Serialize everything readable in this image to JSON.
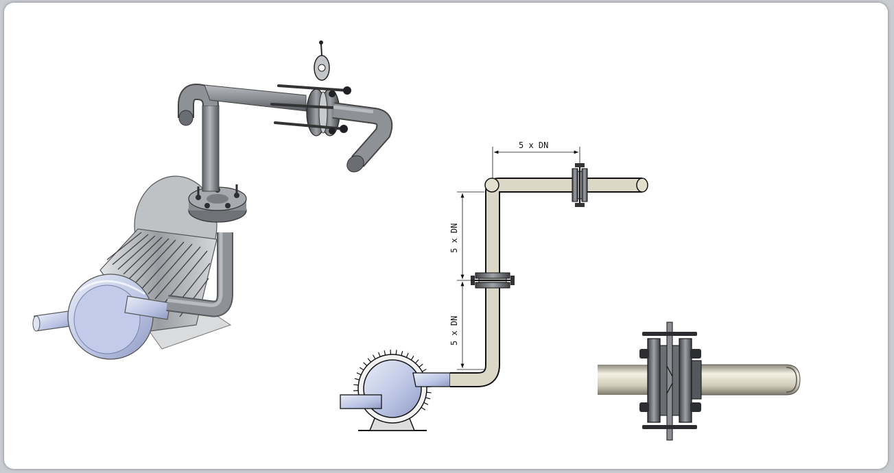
{
  "dimensions": {
    "horizontal_label": "5 x DN",
    "vertical_upper_label": "5 x DN",
    "vertical_lower_label": "5 x DN"
  },
  "colors": {
    "background_frame": "#c9ccd0",
    "card": "#ffffff",
    "pipe_3d": "#8a8d91",
    "pipe_2d": "#d8d4c4",
    "pump_body": "#c4cde9",
    "flange": "#55585c"
  },
  "panels": [
    {
      "name": "isometric-pump-pipe-assembly"
    },
    {
      "name": "elevation-dimension-drawing"
    },
    {
      "name": "flange-detail-view"
    }
  ]
}
